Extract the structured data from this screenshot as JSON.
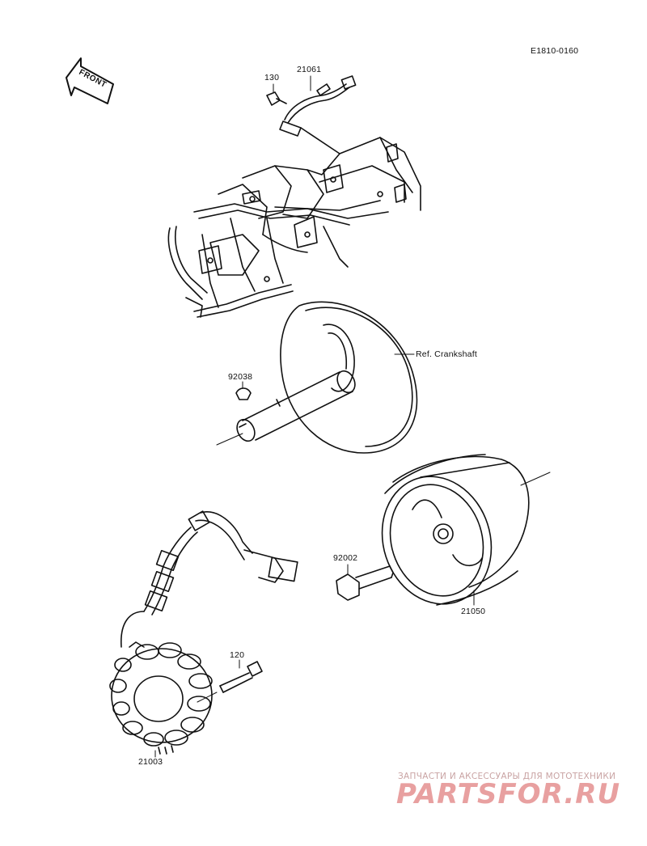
{
  "diagram": {
    "code": "E1810-0160",
    "front_label": "FRONT",
    "ref_label": "Ref. Crankshaft",
    "part_labels": {
      "p130": "130",
      "p21061": "21061",
      "p92038": "92038",
      "p92002": "92002",
      "p21050": "21050",
      "p120": "120",
      "p21003": "21003"
    }
  },
  "watermark": {
    "line1": "ЗАПЧАСТИ И АКСЕССУАРЫ ДЛЯ МОТОТЕХНИКИ",
    "line2": "PARTSFOR.RU"
  }
}
